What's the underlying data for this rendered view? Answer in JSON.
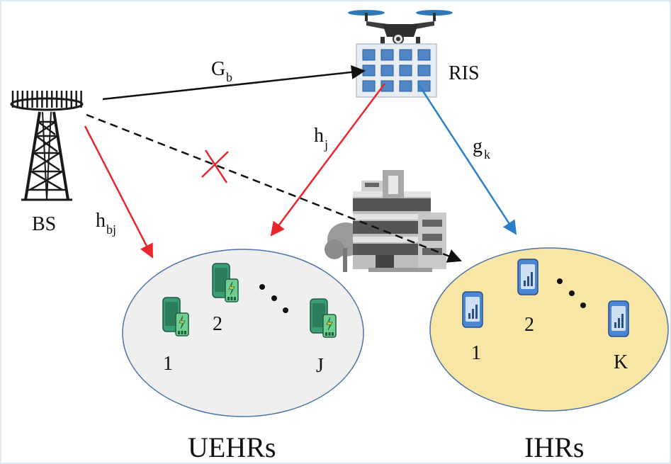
{
  "labels": {
    "bs": "BS",
    "ris": "RIS",
    "g_b_main": "G",
    "g_b_sub": "b",
    "h_j_main": "h",
    "h_j_sub": "j",
    "g_k_main": "g",
    "g_k_sub": "k",
    "h_bj_main": "h",
    "h_bj_sub": "bj",
    "uehr_group": "UEHRs",
    "ihr_group": "IHRs"
  },
  "uehr_users": [
    "1",
    "2",
    "J"
  ],
  "ihr_users": [
    "1",
    "2",
    "K"
  ],
  "colors": {
    "bs_to_ris": "#111111",
    "bs_to_uehr": "#e8262b",
    "ris_to_uehr": "#e8262b",
    "ris_to_ihr": "#2a7fc9",
    "blocked_link": "#111111",
    "blocked_mark": "#e8262b",
    "uehr_ellipse_fill": "#efefef",
    "ihr_ellipse_fill": "#f8e6a6",
    "ellipse_stroke": "#4a73a8",
    "uehr_device": "#3a9d73",
    "ihr_device": "#4a86d6"
  },
  "icons": {
    "base_station": "tower-icon",
    "ris_panel": "ris-panel-icon",
    "drone": "drone-icon",
    "building": "building-icon",
    "uehr_device": "phone-battery-icon",
    "ihr_device": "phone-signal-icon"
  }
}
